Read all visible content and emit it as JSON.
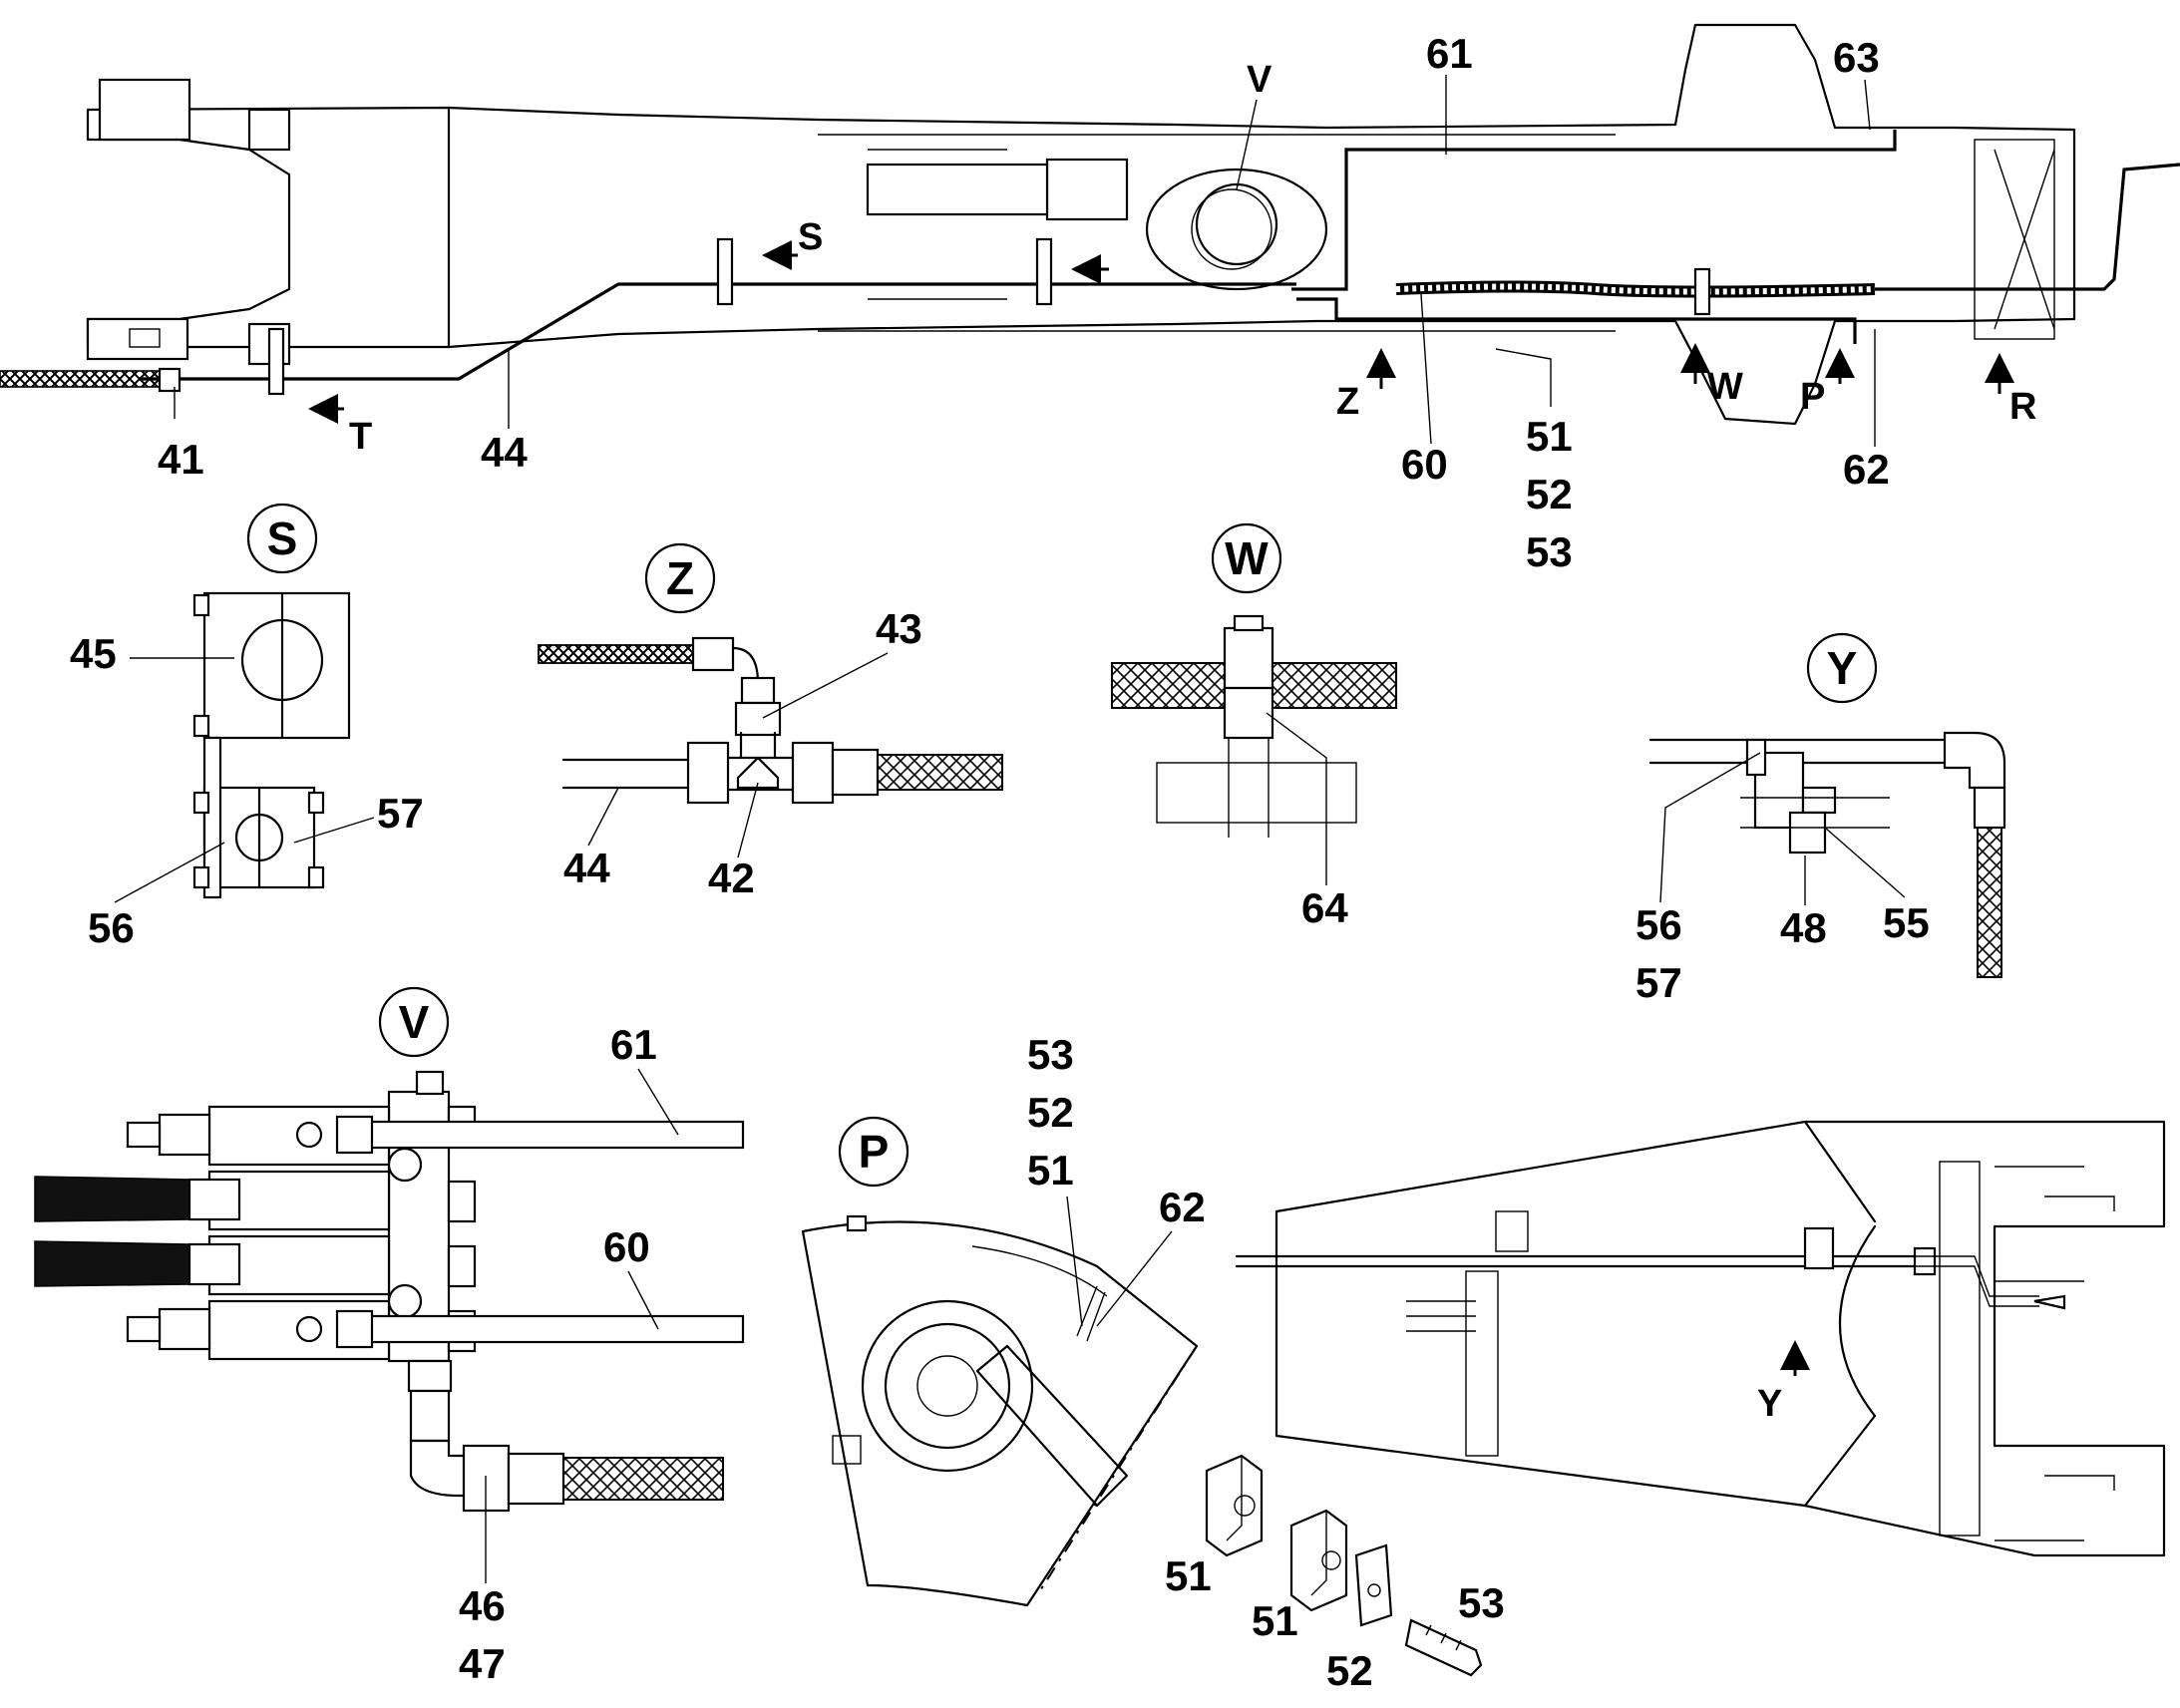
{
  "main_view": {
    "callouts": {
      "c41": "41",
      "c44": "44",
      "c60": "60",
      "c61": "61",
      "c62": "62",
      "c63": "63",
      "c51": "51",
      "c52": "52",
      "c53": "53"
    },
    "view_markers": {
      "S": "S",
      "T": "T",
      "V": "V",
      "Z": "Z",
      "W": "W",
      "P": "P",
      "R": "R"
    }
  },
  "detail_S": {
    "title": "S",
    "labels": {
      "c45": "45",
      "c56": "56",
      "c57": "57"
    }
  },
  "detail_Z": {
    "title": "Z",
    "labels": {
      "c43": "43",
      "c44": "44",
      "c42": "42"
    }
  },
  "detail_W": {
    "title": "W",
    "labels": {
      "c64": "64"
    }
  },
  "detail_Y": {
    "title": "Y",
    "labels": {
      "c56": "56",
      "c57": "57",
      "c48": "48",
      "c55": "55"
    }
  },
  "detail_V": {
    "title": "V",
    "labels": {
      "c61": "61",
      "c60": "60",
      "c46": "46",
      "c47": "47"
    }
  },
  "detail_P": {
    "title": "P",
    "labels": {
      "c53": "53",
      "c52": "52",
      "c51": "51",
      "c62": "62"
    }
  },
  "detail_Y_view": {
    "marker": "Y"
  },
  "parts": {
    "c51a": "51",
    "c51b": "51",
    "c52": "52",
    "c53": "53"
  }
}
